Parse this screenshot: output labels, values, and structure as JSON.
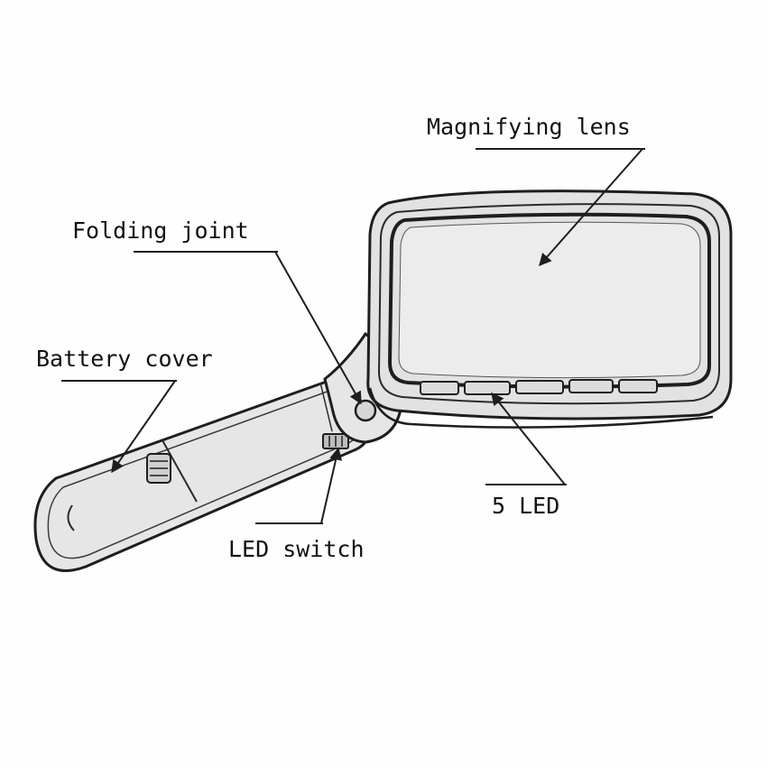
{
  "labels": {
    "magnifying_lens": "Magnifying lens",
    "folding_joint": "Folding joint",
    "battery_cover": "Battery cover",
    "led_count": "5 LED",
    "led_switch": "LED switch"
  },
  "colors": {
    "outline": "#1e1e1e",
    "body_fill": "#e6e6e6",
    "lens_fill": "#ececec",
    "background": "#fefefe"
  }
}
